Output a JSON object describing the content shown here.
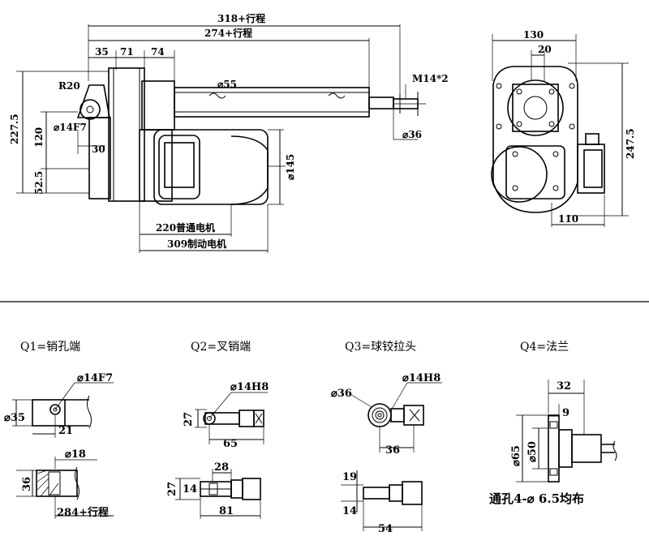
{
  "top_drawing": {
    "dims": {
      "d318": "318+行程",
      "d274": "274+行程",
      "d35": "35",
      "d71": "71",
      "d74": "74",
      "m14": "M14*2",
      "r20": "R20",
      "phi55": "⌀55",
      "d227": "227.5",
      "d120": "120",
      "phi14f7": "⌀14F7",
      "d30": "30",
      "d52": "52.5",
      "phi36": "⌀36",
      "phi145": "⌀145",
      "d220": "220普通电机",
      "d309": "309制动电机",
      "d130": "130",
      "d20": "20",
      "d247": "247.5",
      "d110": "110"
    }
  },
  "options": {
    "q1": {
      "title": "Q1=销孔端",
      "dims": {
        "phi14f7": "⌀14F7",
        "phi35": "⌀35",
        "d21": "21",
        "phi18": "⌀18",
        "d36": "36",
        "d284": "284+行程"
      }
    },
    "q2": {
      "title": "Q2=叉销端",
      "dims": {
        "phi14h8": "⌀14H8",
        "d27a": "27",
        "d65": "65",
        "d28": "28",
        "d27b": "27",
        "d14": "14",
        "d81": "81"
      }
    },
    "q3": {
      "title": "Q3=球铰拉头",
      "dims": {
        "phi36": "⌀36",
        "phi14h8": "⌀14H8",
        "d36": "36",
        "d19": "19",
        "d14": "14",
        "d54": "54"
      }
    },
    "q4": {
      "title": "Q4=法兰",
      "dims": {
        "d32": "32",
        "d9": "9",
        "phi65": "⌀65",
        "phi50": "⌀50"
      },
      "note": "通孔4-⌀ 6.5均布"
    }
  }
}
